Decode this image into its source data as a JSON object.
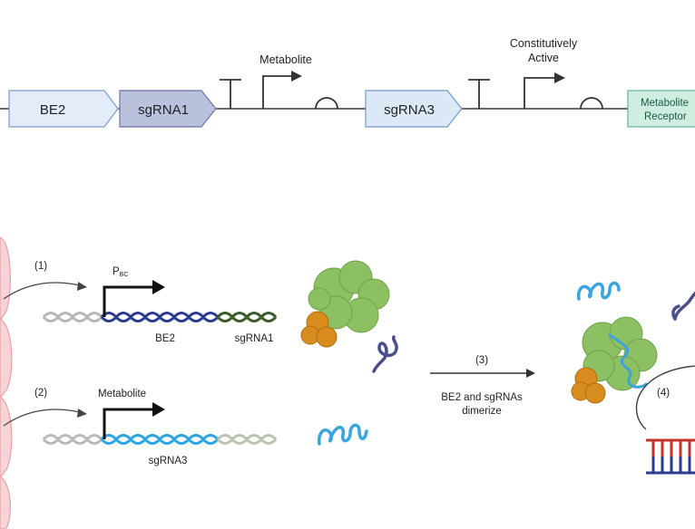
{
  "circuit": {
    "parts": [
      {
        "label": "BE2",
        "fill": "#e3ecf8",
        "stroke": "#7a9cc9"
      },
      {
        "label": "sgRNA1",
        "fill": "#b9c1dd",
        "stroke": "#6a74a8"
      },
      {
        "label": "sgRNA3",
        "fill": "#dbe8f6",
        "stroke": "#6f9cc9"
      },
      {
        "label_line1": "Metabolite",
        "label_line2": "Receptor",
        "fill": "#cfeee0",
        "stroke": "#66b096"
      }
    ],
    "promoter1_label": "Metabolite",
    "promoter2_label_line1": "Constitutively",
    "promoter2_label_line2": "Active"
  },
  "mechanism": {
    "step1": "(1)",
    "step2": "(2)",
    "step3": "(3)",
    "step4": "(4)",
    "promoter_label_main": "P",
    "promoter_label_sub": "BC",
    "gene1": "BE2",
    "gene2": "sgRNA1",
    "promoter2_label": "Metabolite",
    "gene3": "sgRNA3",
    "arrow_caption_line1": "BE2 and sgRNAs",
    "arrow_caption_line2": "dimerize"
  },
  "colors": {
    "backbone": "#333333",
    "dna_gray": "#b8b8b8",
    "dna_navy": "#2a3c8c",
    "dna_dark_green": "#3c5a2a",
    "dna_light_blue": "#2aa7e0",
    "rna_navy": "#4a4f8c",
    "rna_blue": "#3ba4dc",
    "protein_green": "#8cc063",
    "protein_orange": "#d98c1e",
    "cell_wall": "#e8a0a4",
    "target_red": "#c0322a",
    "target_blue": "#2a3c8c"
  }
}
